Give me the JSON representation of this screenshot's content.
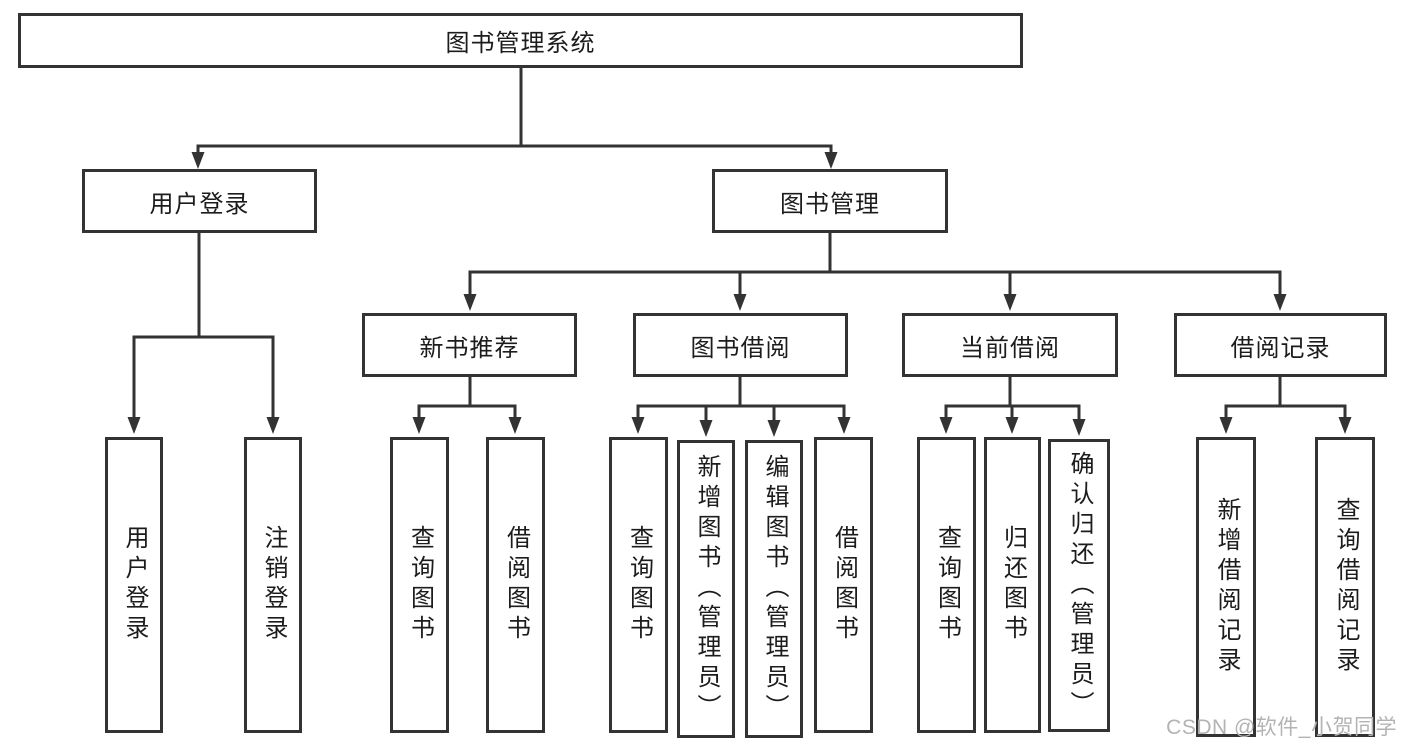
{
  "diagram": {
    "title": "图书管理系统",
    "nodes": {
      "system": {
        "label": "图书管理系统"
      },
      "user_login": {
        "label": "用户登录"
      },
      "book_management": {
        "label": "图书管理"
      },
      "login_leaf": {
        "label": "用户登录"
      },
      "logout_leaf": {
        "label": "注销登录"
      },
      "new_book_recommend": {
        "label": "新书推荐"
      },
      "book_borrowing": {
        "label": "图书借阅"
      },
      "current_borrowing": {
        "label": "当前借阅"
      },
      "borrowing_records": {
        "label": "借阅记录"
      },
      "nbr_query_books": {
        "label": "查询图书"
      },
      "nbr_borrow_books": {
        "label": "借阅图书"
      },
      "bb_query_books": {
        "label": "查询图书"
      },
      "bb_add_books": {
        "label": "新增图书（管理员）"
      },
      "bb_edit_books": {
        "label": "编辑图书（管理员）"
      },
      "bb_borrow_books": {
        "label": "借阅图书"
      },
      "cb_query_books": {
        "label": "查询图书"
      },
      "cb_return_books": {
        "label": "归还图书"
      },
      "cb_confirm_return": {
        "label": "确认归还（管理员）"
      },
      "br_add_record": {
        "label": "新增借阅记录"
      },
      "br_query_record": {
        "label": "查询借阅记录"
      }
    },
    "hierarchy": [
      {
        "parent": "图书管理系统",
        "children": [
          "用户登录",
          "图书管理"
        ]
      },
      {
        "parent": "用户登录",
        "children": [
          "用户登录",
          "注销登录"
        ]
      },
      {
        "parent": "图书管理",
        "children": [
          "新书推荐",
          "图书借阅",
          "当前借阅",
          "借阅记录"
        ]
      },
      {
        "parent": "新书推荐",
        "children": [
          "查询图书",
          "借阅图书"
        ]
      },
      {
        "parent": "图书借阅",
        "children": [
          "查询图书",
          "新增图书（管理员）",
          "编辑图书（管理员）",
          "借阅图书"
        ]
      },
      {
        "parent": "当前借阅",
        "children": [
          "查询图书",
          "归还图书",
          "确认归还（管理员）"
        ]
      },
      {
        "parent": "借阅记录",
        "children": [
          "新增借阅记录",
          "查询借阅记录"
        ]
      }
    ],
    "colors": {
      "stroke": "#333333",
      "text": "#1c1c1c",
      "background": "#ffffff",
      "watermark": "#b3b3b3"
    }
  },
  "watermark": {
    "text": "CSDN @软件_小贺同学"
  }
}
